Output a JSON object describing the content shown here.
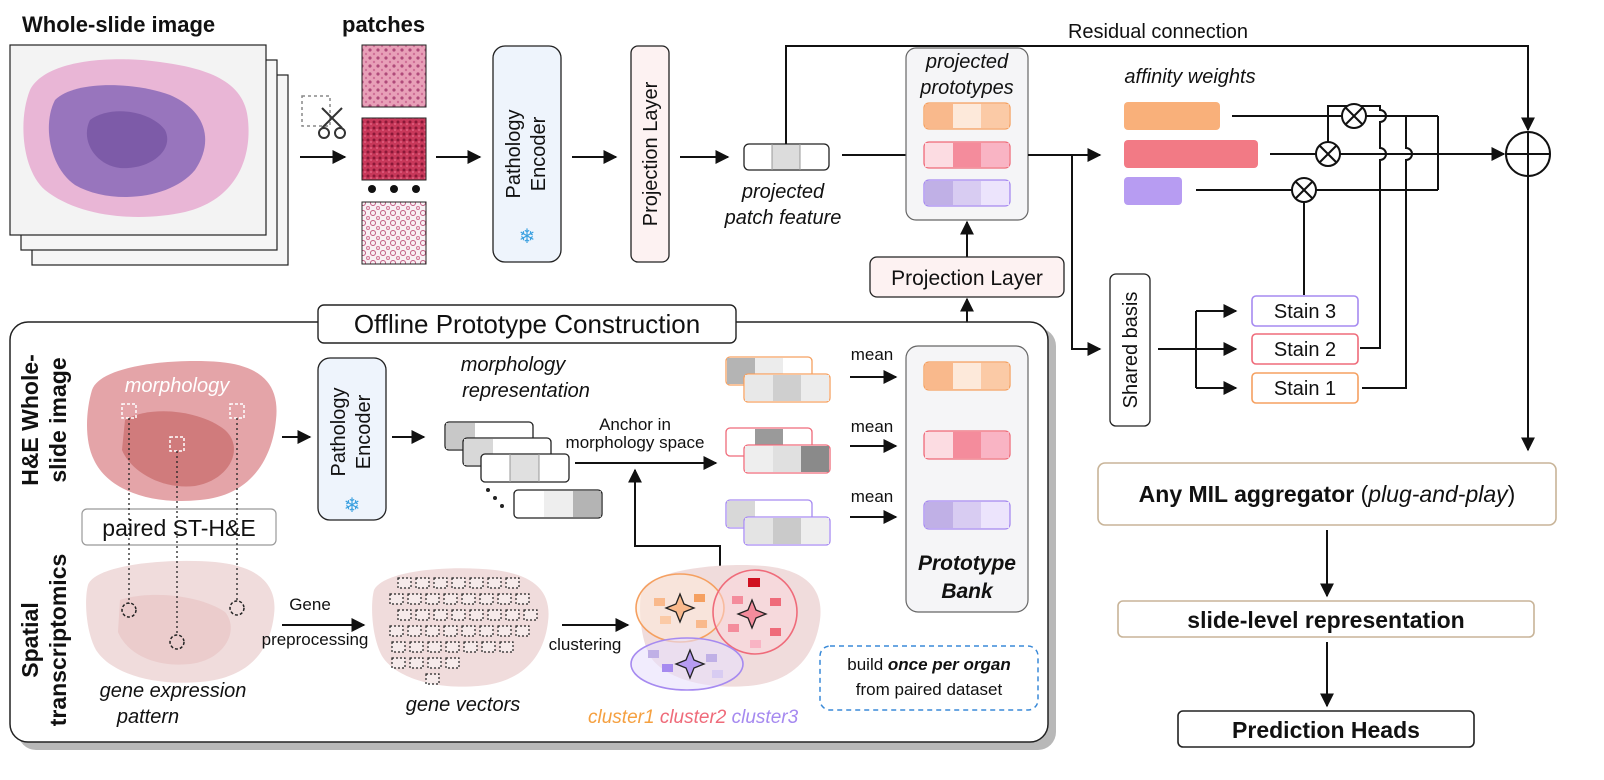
{
  "labels": {
    "wsi_title": "Whole-slide image",
    "patches": "patches",
    "pathology_encoder_top": [
      "Pathology",
      "Encoder"
    ],
    "projection_layer_top": "Projection Layer",
    "projected_patch_feature": [
      "projected",
      "patch feature"
    ],
    "residual_connection": "Residual connection",
    "projected_prototypes": [
      "projected",
      "prototypes"
    ],
    "affinity_weights": "affinity weights",
    "projection_layer_mid": "Projection Layer",
    "shared_basis": "Shared basis",
    "stains": [
      "Stain 3",
      "Stain 2",
      "Stain 1"
    ],
    "offline_title": "Offline Prototype Construction",
    "he_wsi_side": [
      "H&E Whole-",
      "slide image"
    ],
    "spatial_side": [
      "Spatial",
      "transcriptomics"
    ],
    "morphology": "morphology",
    "paired": "paired ST-H&E",
    "pathology_encoder_offline": [
      "Pathology",
      "Encoder"
    ],
    "morph_repr": [
      "morphology",
      "representation"
    ],
    "anchor": [
      "Anchor in",
      "morphology space"
    ],
    "gene_pre": [
      "Gene",
      "preprocessing"
    ],
    "gene_expr": [
      "gene expression",
      "pattern"
    ],
    "gene_vectors": "gene vectors",
    "clustering": "clustering",
    "clusters": [
      "cluster1",
      "cluster2",
      "cluster3"
    ],
    "mean": "mean",
    "prototype_bank": [
      "Prototype",
      "Bank"
    ],
    "build_note_pre": "build ",
    "build_note_em": "once per organ",
    "build_note_post": "from paired dataset",
    "mil_bold": "Any MIL aggregator",
    "mil_paren_open": " (",
    "mil_italic": "plug-and-play",
    "mil_paren_close": ")",
    "slide_repr": "slide-level representation",
    "prediction_heads": "Prediction Heads"
  },
  "colors": {
    "orange": "#f9b07a",
    "red": "#f27a85",
    "purple": "#b79cf2",
    "orange_text": "#f5a040",
    "red_text": "#ef6b7a",
    "purple_text": "#a68af0",
    "encoder_fill": "#eef4fc",
    "proj_fill": "#fdf2f2",
    "mil_border": "#c8b498"
  }
}
